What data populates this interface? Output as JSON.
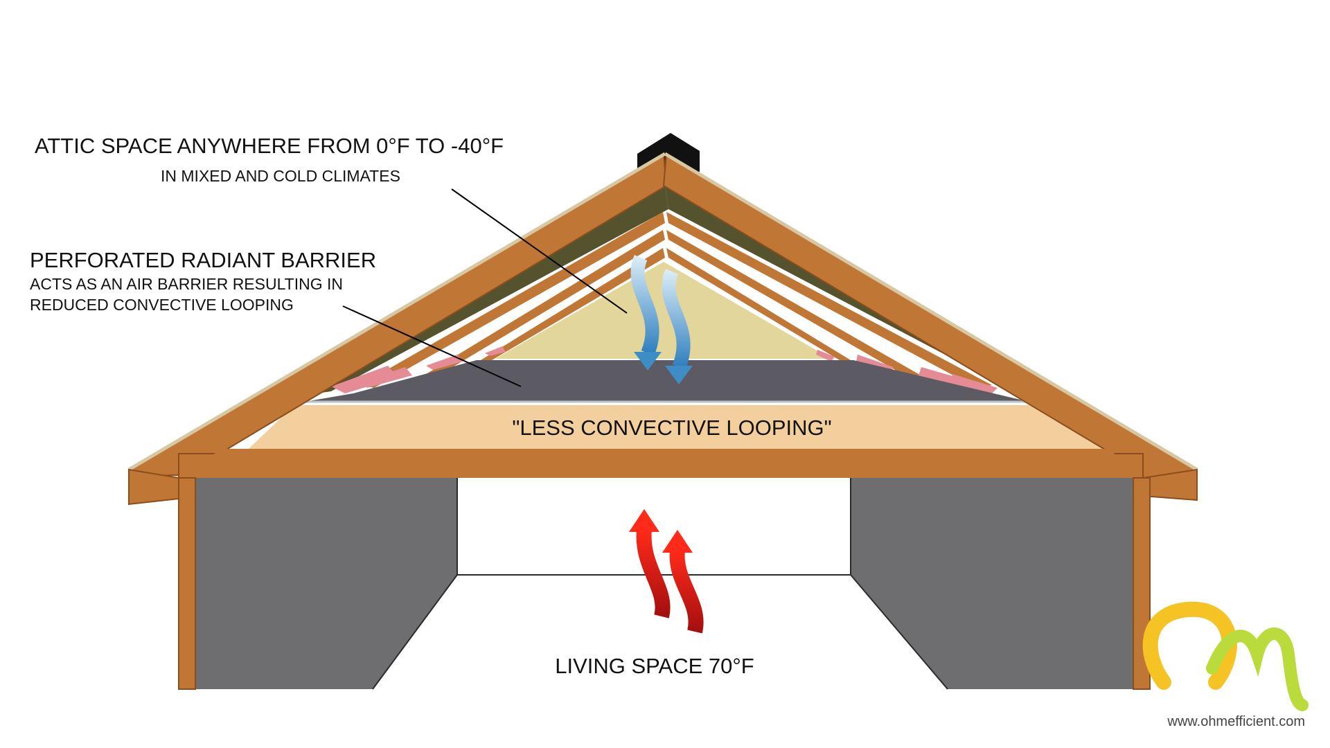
{
  "labels": {
    "attic_title": "ATTIC SPACE ANYWHERE FROM 0°F TO -40°F",
    "attic_sub": "IN MIXED AND COLD CLIMATES",
    "barrier_title": "PERFORATED RADIANT BARRIER",
    "barrier_sub_1": "ACTS AS AN AIR BARRIER RESULTING IN",
    "barrier_sub_2": "REDUCED CONVECTIVE LOOPING",
    "center_label": "\"LESS CONVECTIVE LOOPING\"",
    "living_space": "LIVING SPACE 70°F"
  },
  "footer": {
    "website": "www.ohmefficient.com"
  },
  "logo": {
    "name": "ohm-efficient-logo",
    "primary_color": "#f6c325",
    "secondary_color": "#b9dc3c"
  },
  "colors": {
    "wood": "#c07634",
    "wood_dark": "#8b4d1c",
    "insulation_dark": "#55532e",
    "attic_yellow": "#e3d69a",
    "radiant_barrier": "#5c5b64",
    "ceiling_plank": "#f3cf9d",
    "wall": "#6e6e70",
    "roof_edge": "#d8c7a3",
    "cool_arrow": "#3e8dc6",
    "warm_arrow": "#cc1313",
    "pink_insulation": "#e58b96",
    "chimney": "#111111"
  }
}
